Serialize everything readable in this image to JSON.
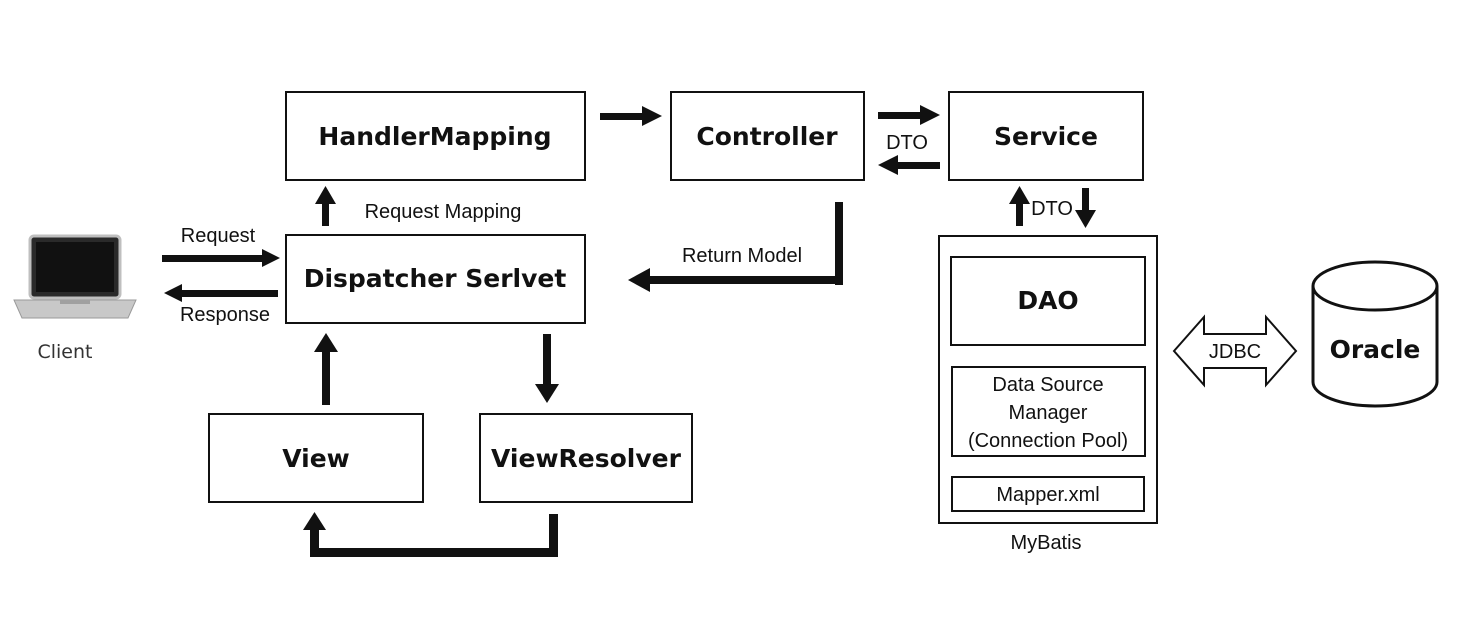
{
  "nodes": {
    "handler_mapping": "HandlerMapping",
    "controller": "Controller",
    "service": "Service",
    "dispatcher": "Dispatcher Serlvet",
    "view": "View",
    "view_resolver": "ViewResolver",
    "dao": "DAO",
    "data_source_line1": "Data Source",
    "data_source_line2": "Manager",
    "data_source_line3": "(Connection Pool)",
    "mapper": "Mapper.xml",
    "mybatis": "MyBatis",
    "oracle": "Oracle",
    "client": "Client"
  },
  "edge_labels": {
    "request": "Request",
    "response": "Response",
    "request_mapping": "Request Mapping",
    "return_model": "Return Model",
    "dto_controller_service": "DTO",
    "dto_service_dao": "DTO",
    "jdbc": "JDBC"
  },
  "colors": {
    "stroke": "#111111",
    "background": "#ffffff"
  }
}
